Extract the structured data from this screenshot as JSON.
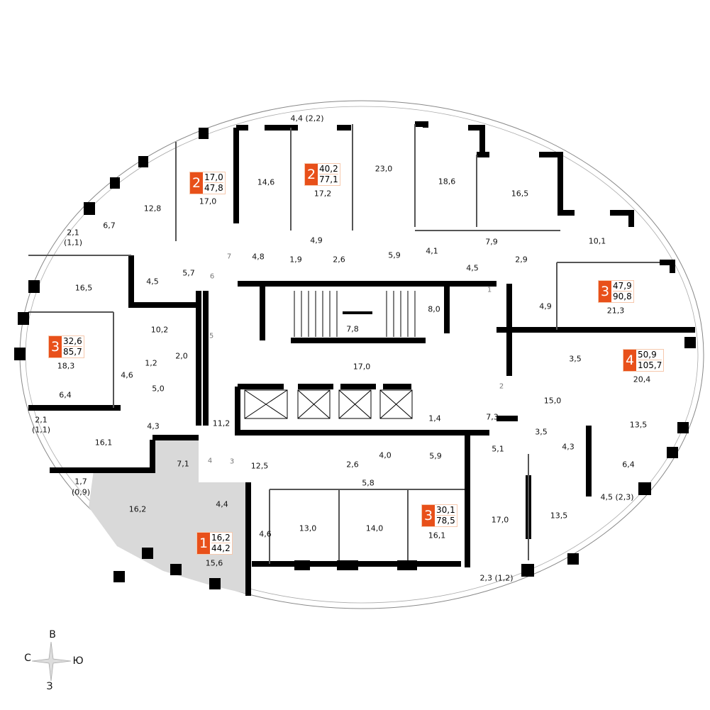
{
  "rooms": [
    "4,4 (2,2)",
    "14,6",
    "17,0",
    "12,8",
    "6,7",
    "2,1",
    "(1,1)",
    "17,2",
    "23,0",
    "18,6",
    "16,5",
    "10,1",
    "4,9",
    "4,8",
    "1,9",
    "2,6",
    "5,9",
    "4,1",
    "7,9",
    "4,5",
    "2,9",
    "4,5",
    "5,7",
    "16,5",
    "8,0",
    "7,8",
    "4,9",
    "21,3",
    "10,2",
    "17,0",
    "18,3",
    "6,4",
    "2,0",
    "1,2",
    "4,6",
    "5,0",
    "3,5",
    "20,4",
    "15,0",
    "4,3",
    "11,2",
    "1,4",
    "7,3",
    "13,5",
    "16,1",
    "3,5",
    "4,3",
    "5,1",
    "12,5",
    "7,1",
    "2,6",
    "4,0",
    "5,9",
    "6,4",
    "5,8",
    "1,7",
    "(0,9)",
    "16,2",
    "4,4",
    "4,5 (2,3)",
    "4,6",
    "13,0",
    "14,0",
    "16,1",
    "17,0",
    "13,5",
    "15,6",
    "2,3 (1,2)",
    "2,1",
    "(1,1)"
  ],
  "doors": [
    "7",
    "6",
    "5",
    "1",
    "2",
    "4",
    "3"
  ],
  "apartments": [
    {
      "rooms": "2",
      "living": "17,0",
      "total": "47,8"
    },
    {
      "rooms": "2",
      "living": "40,2",
      "total": "77,1"
    },
    {
      "rooms": "3",
      "living": "32,6",
      "total": "85,7"
    },
    {
      "rooms": "3",
      "living": "47,9",
      "total": "90,8"
    },
    {
      "rooms": "4",
      "living": "50,9",
      "total": "105,7"
    },
    {
      "rooms": "1",
      "living": "16,2",
      "total": "44,2"
    },
    {
      "rooms": "3",
      "living": "30,1",
      "total": "78,5"
    }
  ],
  "compass": {
    "north": "В",
    "west": "С",
    "east": "Ю",
    "south": "З"
  },
  "colors": {
    "accent": "#e8501a",
    "highlight": "#d9d9d9",
    "wall": "#000000"
  }
}
